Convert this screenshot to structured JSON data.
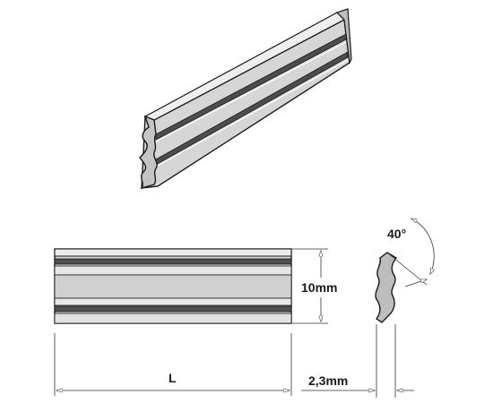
{
  "labels": {
    "height": "10mm",
    "length": "L",
    "thickness": "2,3mm",
    "angle": "40°"
  },
  "colors": {
    "outline": "#1a1a1a",
    "blade_fill": "#d4d4d4",
    "blade_light": "#ececec",
    "groove_dark": "#555555",
    "dim_line": "#333333"
  }
}
